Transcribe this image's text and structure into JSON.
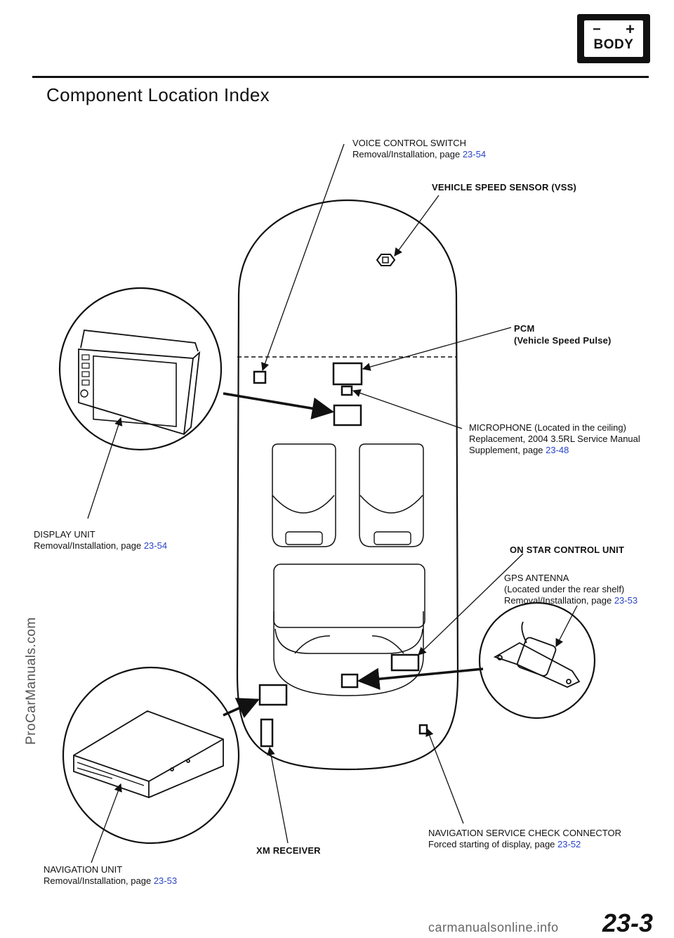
{
  "header": {
    "badge_minus": "−",
    "badge_plus": "+",
    "badge_text": "BODY",
    "title": "Component Location Index"
  },
  "labels": {
    "voice_control": {
      "name": "VOICE  CONTROL  SWITCH",
      "sub": "Removal/Installation,  page ",
      "page": "23-54"
    },
    "vss": {
      "name": "VEHICLE SPEED SENSOR (VSS)"
    },
    "pcm": {
      "name": "PCM",
      "sub": "(Vehicle Speed Pulse)"
    },
    "microphone": {
      "name": "MICROPHONE  (Located  in  the  ceiling)",
      "sub": "Replacement, 2004 3.5RL Service Manual",
      "sub2": "Supplement,  page ",
      "page": "23-48"
    },
    "display_unit": {
      "name": "DISPLAY  UNIT",
      "sub": "Removal/Installation,  page ",
      "page": "23-54"
    },
    "on_star": {
      "name": "ON STAR CONTROL UNIT"
    },
    "gps_antenna": {
      "name": "GPS ANTENNA",
      "sub": "(Located under the rear shelf)",
      "sub2": "Removal/Installation, page ",
      "page": "23-53"
    },
    "nav_check": {
      "name": "NAVIGATION SERVICE CHECK CONNECTOR",
      "sub": "Forced  starting  of  display,  page ",
      "page": "23-52"
    },
    "xm_receiver": {
      "name": "XM RECEIVER"
    },
    "nav_unit": {
      "name": "NAVIGATION UNIT",
      "sub": "Removal/Installation,  page ",
      "page": "23-53"
    }
  },
  "footer": {
    "watermark": "ProCarManuals.com",
    "page_number": "23-3",
    "site": "carmanualsonline.info"
  }
}
